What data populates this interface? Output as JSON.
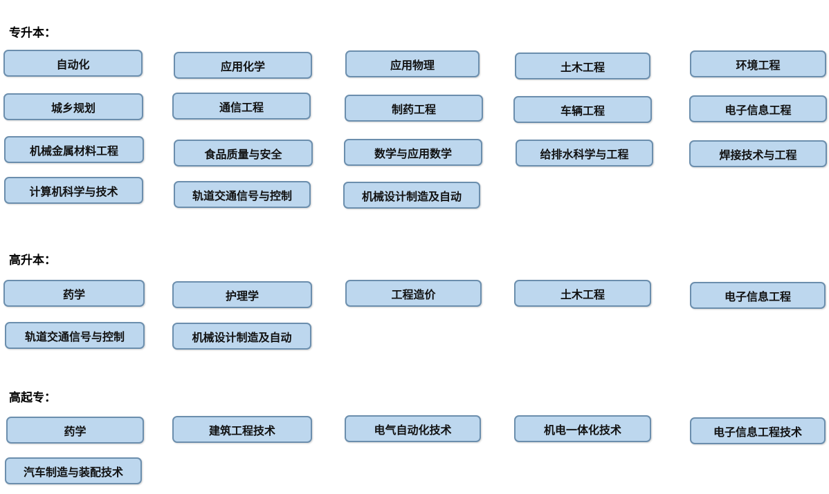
{
  "sections": [
    {
      "title": "专升本：",
      "majors": [
        "自动化",
        "应用化学",
        "应用物理",
        "土木工程",
        "环境工程",
        "城乡规划",
        "通信工程",
        "制药工程",
        "车辆工程",
        "电子信息工程",
        "机械金属材料工程",
        "食品质量与安全",
        "数学与应用数学",
        "给排水科学与工程",
        "焊接技术与工程",
        "计算机科学与技术",
        "轨道交通信号与控制",
        "机械设计制造及自动"
      ]
    },
    {
      "title": "高升本：",
      "majors": [
        "药学",
        "护理学",
        "工程造价",
        "土木工程",
        "电子信息工程",
        "轨道交通信号与控制",
        "机械设计制造及自动"
      ]
    },
    {
      "title": "高起专：",
      "majors": [
        "药学",
        "建筑工程技术",
        "电气自动化技术",
        "机电一体化技术",
        "电子信息工程技术",
        "汽车制造与装配技术"
      ]
    }
  ]
}
